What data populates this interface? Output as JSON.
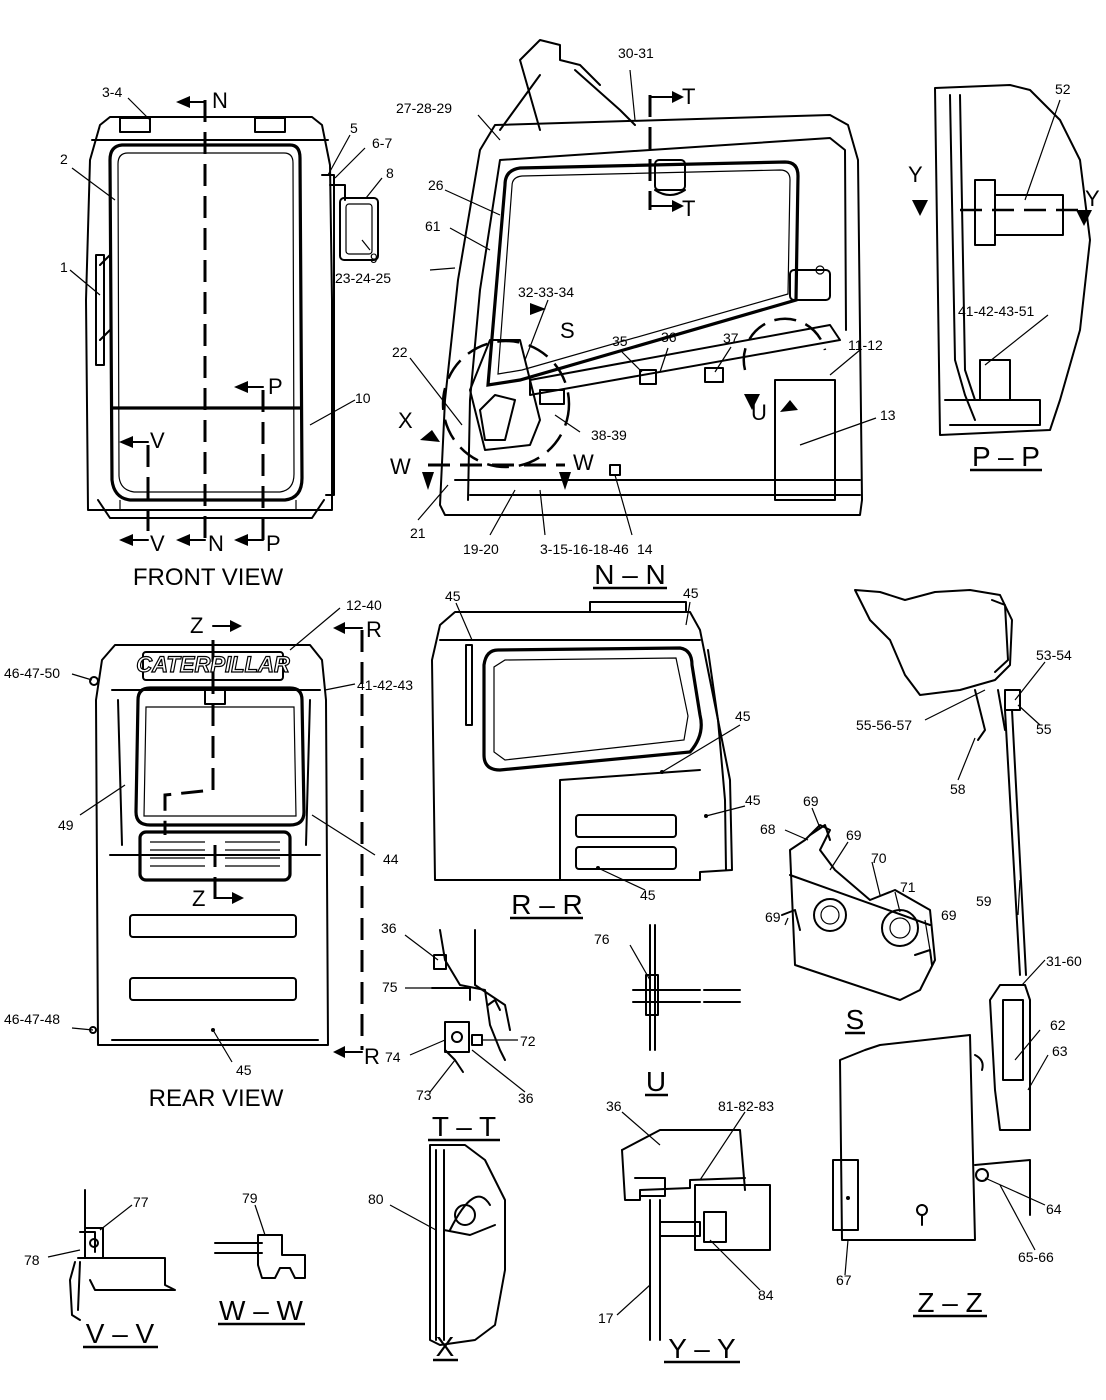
{
  "views": {
    "front": "FRONT VIEW",
    "rear": "REAR VIEW",
    "nn": "N – N",
    "pp": "P – P",
    "rr": "R – R",
    "s": "S",
    "tt": "T – T",
    "u": "U",
    "vv": "V – V",
    "ww": "W – W",
    "x": "X",
    "yy": "Y – Y",
    "zz": "Z – Z"
  },
  "brand": "CATERPILLAR",
  "cut_letters": {
    "n": "N",
    "p": "P",
    "v": "V",
    "t": "T",
    "s": "S",
    "u": "U",
    "w": "W",
    "x": "X",
    "y": "Y",
    "z": "Z",
    "r": "R"
  },
  "callouts": {
    "front": [
      "3-4",
      "2",
      "1",
      "5",
      "6-7",
      "8",
      "9",
      "23-24-25",
      "10"
    ],
    "nn": [
      "30-31",
      "27-28-29",
      "26",
      "61",
      "32-33-34",
      "22",
      "35",
      "36",
      "37",
      "11-12",
      "38-39",
      "13",
      "21",
      "19-20",
      "3-15-16-18-46",
      "14"
    ],
    "pp": [
      "52",
      "41-42-43-51"
    ],
    "rear": [
      "12-40",
      "46-47-50",
      "41-42-43",
      "49",
      "44",
      "46-47-48",
      "45"
    ],
    "rr": [
      "45",
      "45",
      "45",
      "45",
      "45"
    ],
    "zz": [
      "53-54",
      "55-56-57",
      "55",
      "58",
      "59",
      "31-60",
      "62",
      "63",
      "64",
      "65-66",
      "67"
    ],
    "s": [
      "69",
      "68",
      "69",
      "70",
      "71",
      "69",
      "69"
    ],
    "tt": [
      "36",
      "75",
      "72",
      "74",
      "73",
      "36"
    ],
    "u": [
      "76"
    ],
    "vv": [
      "77",
      "78"
    ],
    "ww": [
      "79"
    ],
    "x": [
      "80"
    ],
    "yy": [
      "36",
      "81-82-83",
      "84",
      "17"
    ]
  }
}
